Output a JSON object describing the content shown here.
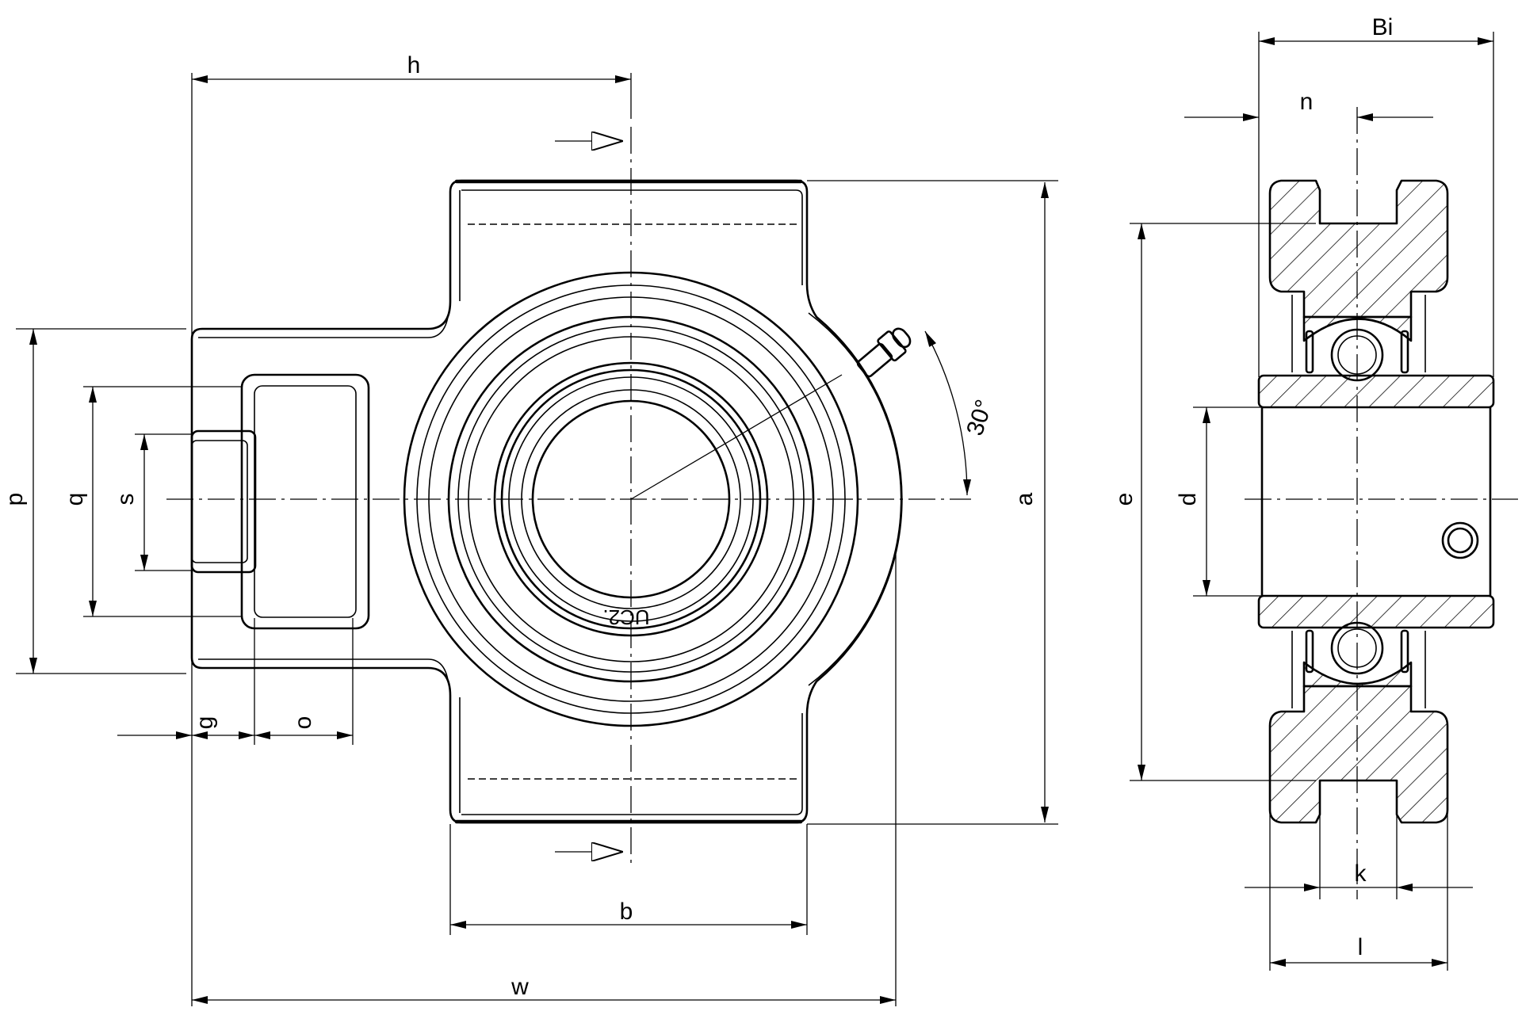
{
  "front_view": {
    "dims": {
      "h": "h",
      "a": "a",
      "b": "b",
      "w": "w",
      "p": "p",
      "q": "q",
      "s": "s",
      "g": "g",
      "o": "o",
      "angle": "30°"
    },
    "bearing_marking": "UC2."
  },
  "side_view": {
    "dims": {
      "Bi": "Bi",
      "n": "n",
      "e": "e",
      "d": "d",
      "k": "k",
      "l": "l"
    }
  }
}
